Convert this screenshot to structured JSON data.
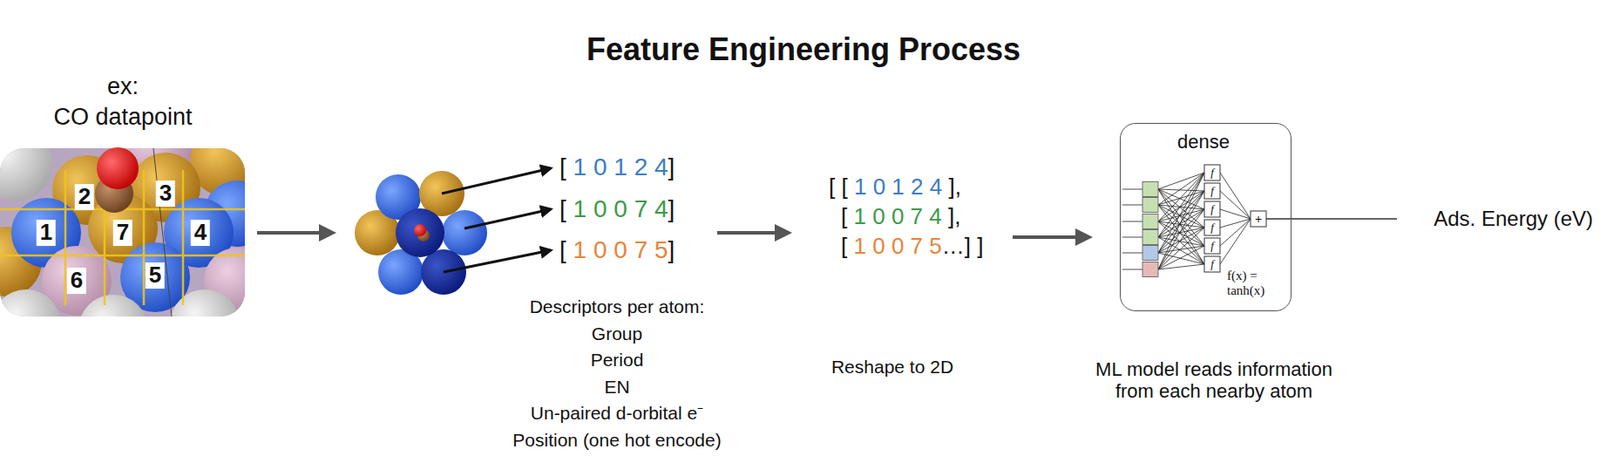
{
  "diagram": {
    "title": "Feature Engineering Process",
    "nodes": [
      {
        "text": [
          "dense",
          "f(x) = tanh(x)"
        ]
      }
    ],
    "labels": [
      "ex:",
      "CO datapoint",
      "2",
      "3",
      "1",
      "7",
      "4",
      "6",
      "5",
      "[ 1 0 1 2 4]",
      "[ 1 0 0 7 4]",
      "[ 1 0 0 7 5]",
      "Descriptors per atom:",
      "Group",
      "Period",
      "EN",
      "Un-paired d-orbital e⁻",
      "Position (one hot encode)",
      "[ [ 1 0 1 2 4 ],",
      "[ 1 0 0 7 4 ],",
      "[ 1 0 0 7 5…] ]",
      "Reshape to 2D",
      "f",
      "f",
      "f",
      "f",
      "f",
      "f",
      "+",
      "ML model reads information from each nearby atom",
      "Ads. Energy (eV)"
    ]
  }
}
